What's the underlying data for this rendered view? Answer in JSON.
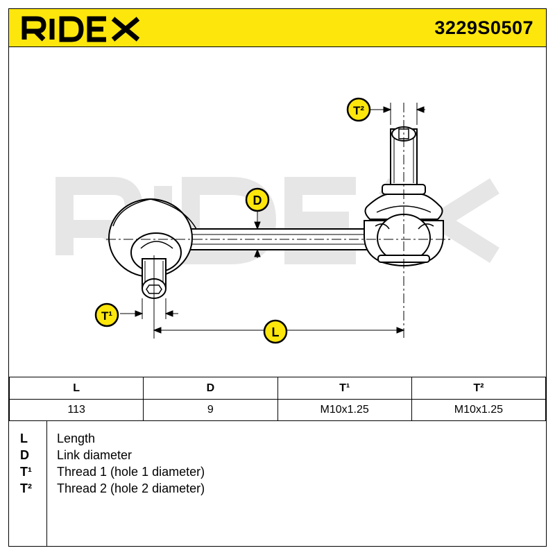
{
  "header": {
    "brand": "RIDEX",
    "part_number": "3229S0507",
    "background_color": "#fde60c"
  },
  "drawing": {
    "watermark": "RIDEX",
    "labels": {
      "t2": "T²",
      "d": "D",
      "t1": "T¹",
      "l": "L"
    },
    "badge_color": "#fde60c"
  },
  "spec_table": {
    "headers": [
      "L",
      "D",
      "T¹",
      "T²"
    ],
    "values": [
      "113",
      "9",
      "M10x1.25",
      "M10x1.25"
    ]
  },
  "legend": [
    {
      "symbol": "L",
      "description": "Length"
    },
    {
      "symbol": "D",
      "description": "Link diameter"
    },
    {
      "symbol": "T¹",
      "description": "Thread 1 (hole 1 diameter)"
    },
    {
      "symbol": "T²",
      "description": "Thread 2 (hole 2 diameter)"
    }
  ]
}
